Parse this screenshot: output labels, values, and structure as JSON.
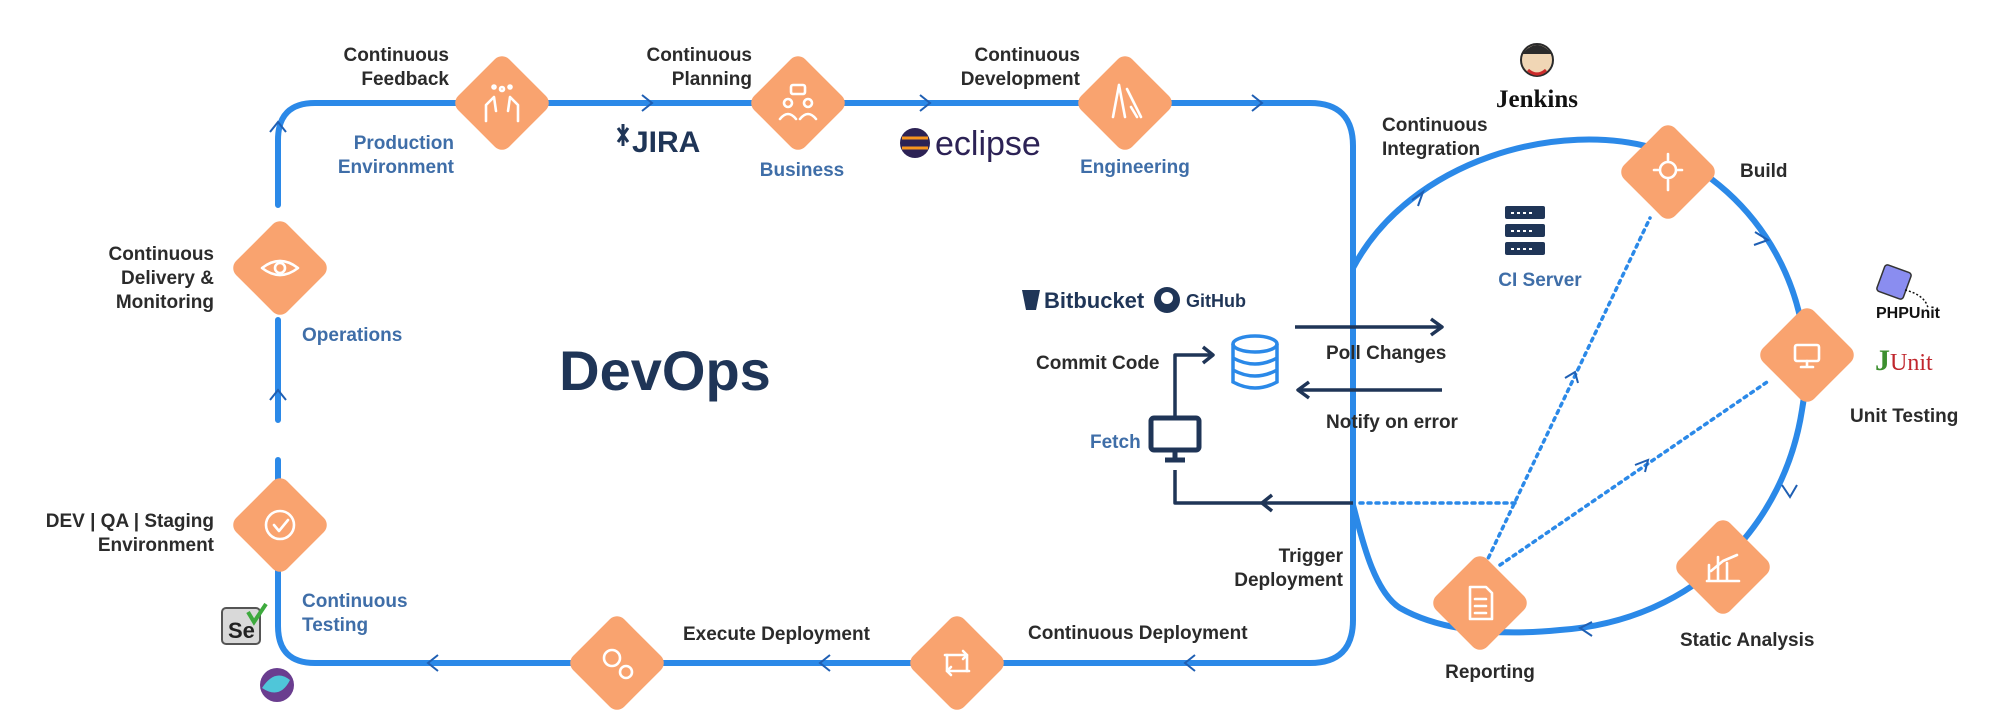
{
  "title": "DevOps",
  "phases": {
    "feedback": [
      "Continuous",
      "Feedback"
    ],
    "planning": [
      "Continuous",
      "Planning"
    ],
    "development": [
      "Continuous",
      "Development"
    ],
    "integration": [
      "Continuous",
      "Integration"
    ],
    "delivery": [
      "Continuous",
      "Delivery &",
      "Monitoring"
    ],
    "staging": [
      "DEV | QA | Staging",
      "Environment"
    ],
    "execute_deployment": "Execute Deployment",
    "continuous_deployment": "Continuous Deployment",
    "trigger": [
      "Trigger",
      "Deployment"
    ]
  },
  "areas": {
    "production": [
      "Production",
      "Environment"
    ],
    "business": "Business",
    "engineering": "Engineering",
    "operations": "Operations",
    "testing": [
      "Continuous",
      "Testing"
    ],
    "ci_server": "CI Server",
    "fetch": "Fetch"
  },
  "ci_cycle": {
    "build": "Build",
    "unit_testing": "Unit Testing",
    "static_analysis": "Static Analysis",
    "reporting": "Reporting"
  },
  "flow": {
    "commit_code": "Commit Code",
    "poll_changes": "Poll Changes",
    "notify_on_error": "Notify on error"
  },
  "tools": {
    "jira": "JIRA",
    "eclipse": "eclipse",
    "jenkins": "Jenkins",
    "bitbucket": "Bitbucket",
    "github": "GitHub",
    "phpunit": "PHPUnit",
    "junit_j": "J",
    "junit_rest": "Unit",
    "selenium": "Se"
  },
  "icons": [
    "hands-icon",
    "people-icon",
    "pencil-ruler-icon",
    "gear-icon",
    "monitor-icon",
    "chart-icon",
    "document-icon",
    "eye-icon",
    "check-icon",
    "gears-icon",
    "refresh-icon",
    "database-icon",
    "server-icon"
  ],
  "colors": {
    "loop": "#2b89e8",
    "node": "#f9a36f",
    "accent_label": "#3f6ea8",
    "title": "#1f3557",
    "text": "#2b2b2b"
  }
}
